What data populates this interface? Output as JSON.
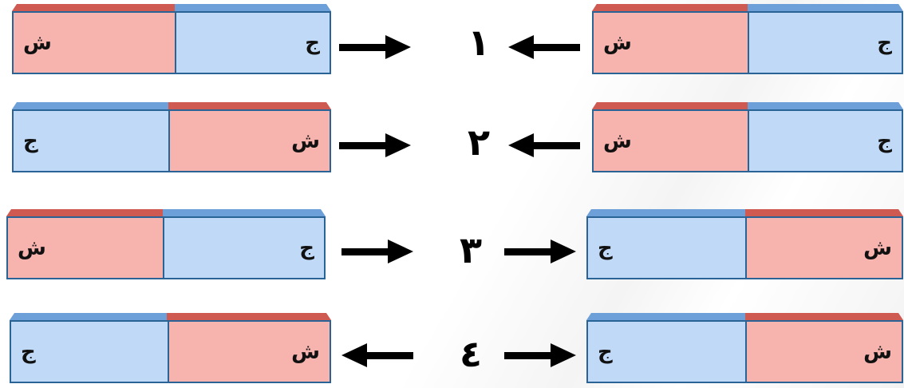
{
  "north_label": "ش",
  "south_label": "ج",
  "colors": {
    "north_face": "#f7b3ae",
    "south_face": "#bfd9f7",
    "north_top": "#cf5a52",
    "south_top": "#6d9fd8",
    "outline": "#2a6496"
  },
  "rows": [
    {
      "number": "١",
      "left_magnet": [
        "ش",
        "ج"
      ],
      "left_arrow": "right",
      "right_arrow": "left",
      "right_magnet": [
        "ش",
        "ج"
      ]
    },
    {
      "number": "٢",
      "left_magnet": [
        "ج",
        "ش"
      ],
      "left_arrow": "right",
      "right_arrow": "left",
      "right_magnet": [
        "ش",
        "ج"
      ]
    },
    {
      "number": "٣",
      "left_magnet": [
        "ش",
        "ج"
      ],
      "left_arrow": "right",
      "right_arrow": "right",
      "right_magnet": [
        "ج",
        "ش"
      ]
    },
    {
      "number": "٤",
      "left_magnet": [
        "ج",
        "ش"
      ],
      "left_arrow": "left",
      "right_arrow": "right",
      "right_magnet": [
        "ج",
        "ش"
      ]
    }
  ]
}
